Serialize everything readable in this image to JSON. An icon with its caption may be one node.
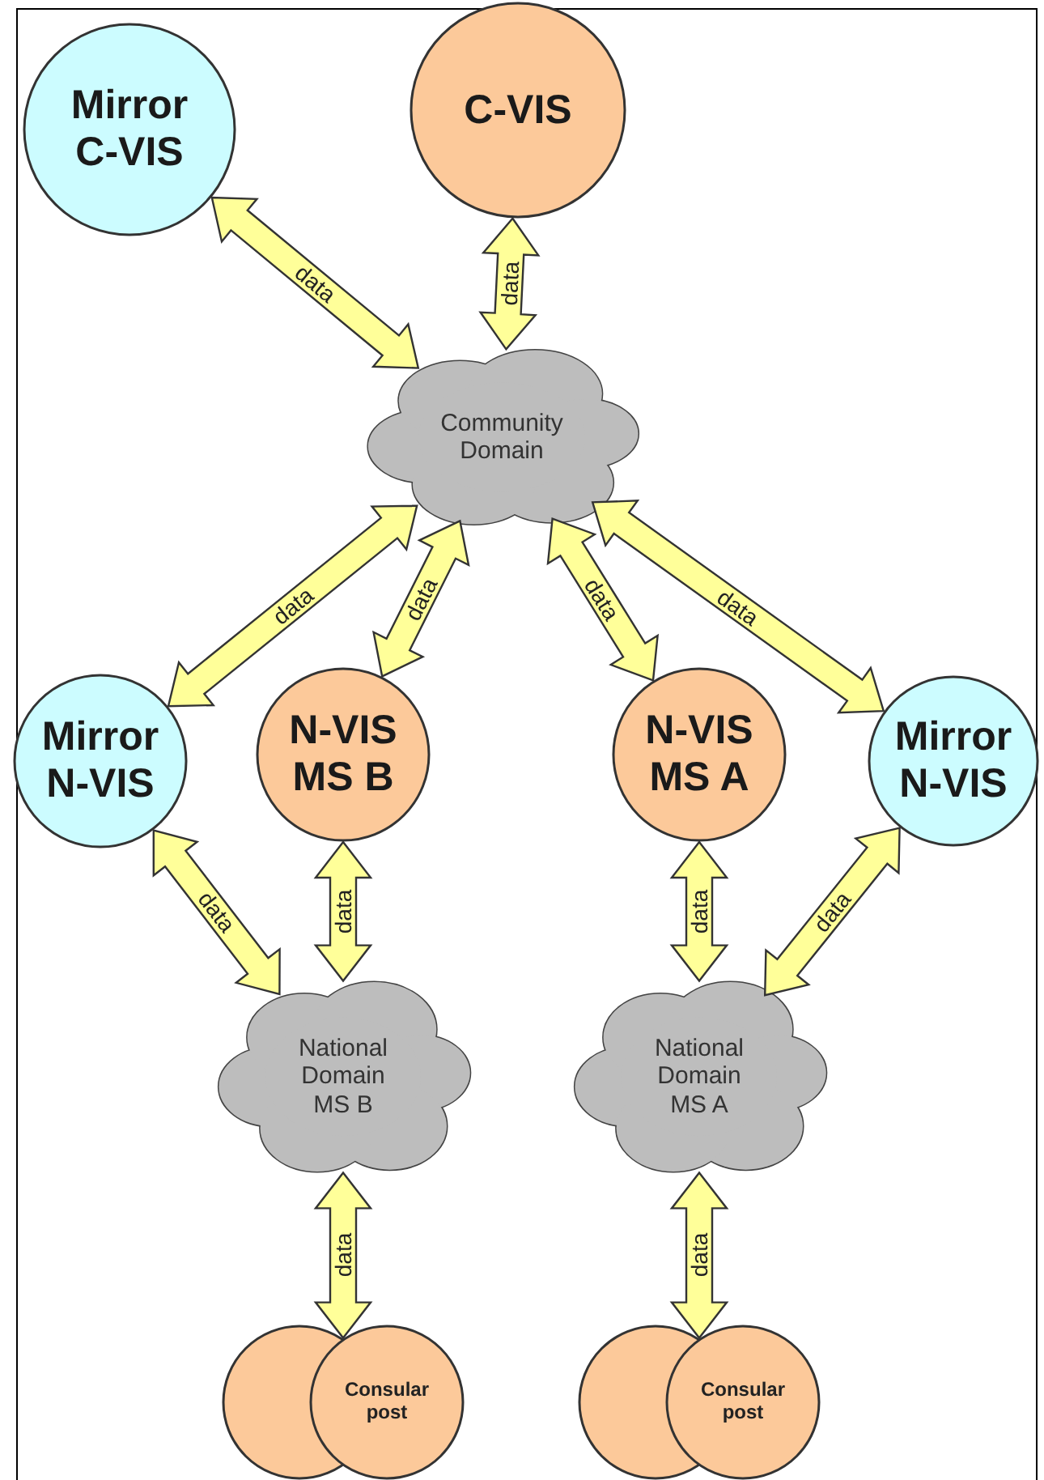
{
  "diagram": {
    "nodes": [
      {
        "text": [
          "Mirror C-VIS"
        ]
      },
      {
        "text": [
          "C-VIS"
        ]
      },
      {
        "text": [
          "Community Domain"
        ]
      },
      {
        "text": [
          "Mirror N-VIS"
        ]
      },
      {
        "text": [
          "N-VIS MS B"
        ]
      },
      {
        "text": [
          "N-VIS MS A"
        ]
      },
      {
        "text": [
          "Mirror N-VIS"
        ]
      },
      {
        "text": [
          "National Domain MS B"
        ]
      },
      {
        "text": [
          "National Domain MS A"
        ]
      },
      {
        "text": [
          "Consular post"
        ]
      },
      {
        "text": [
          "Consular post"
        ]
      }
    ],
    "edges": [
      {
        "from": 0,
        "to": 2,
        "arrow": "both",
        "label": "data"
      },
      {
        "from": 1,
        "to": 2,
        "arrow": "both",
        "label": "data"
      },
      {
        "from": 2,
        "to": 3,
        "arrow": "both",
        "label": "data"
      },
      {
        "from": 2,
        "to": 4,
        "arrow": "both",
        "label": "data"
      },
      {
        "from": 2,
        "to": 5,
        "arrow": "both",
        "label": "data"
      },
      {
        "from": 2,
        "to": 6,
        "arrow": "both",
        "label": "data"
      },
      {
        "from": 3,
        "to": 7,
        "arrow": "both",
        "label": "data"
      },
      {
        "from": 4,
        "to": 7,
        "arrow": "both",
        "label": "data"
      },
      {
        "from": 5,
        "to": 8,
        "arrow": "both",
        "label": "data"
      },
      {
        "from": 6,
        "to": 8,
        "arrow": "both",
        "label": "data"
      },
      {
        "from": 7,
        "to": 9,
        "arrow": "both",
        "label": "data"
      },
      {
        "from": 8,
        "to": 10,
        "arrow": "both",
        "label": "data"
      }
    ]
  }
}
